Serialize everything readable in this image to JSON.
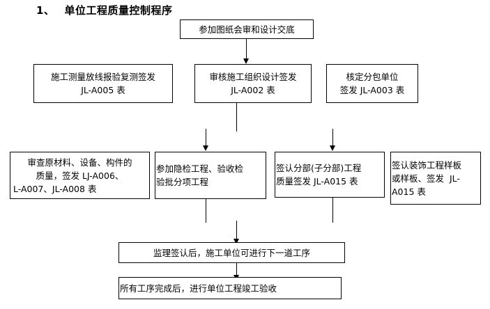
{
  "document": {
    "title_number": "1、",
    "title_text": "单位工程质量控制程序"
  },
  "flowchart": {
    "type": "flowchart",
    "orientation": "top-down",
    "nodes": [
      {
        "id": "start",
        "row": 1,
        "lines": [
          "参加图纸会审和设计交底"
        ],
        "align": "center"
      },
      {
        "id": "survey",
        "row": 2,
        "lines": [
          "施工测量放线报验复测签发",
          "JL-A005 表"
        ],
        "align": "center"
      },
      {
        "id": "org-design",
        "row": 2,
        "lines": [
          "审核施工组织设计签发",
          "JL-A002 表"
        ],
        "align": "center"
      },
      {
        "id": "subcontract",
        "row": 2,
        "lines": [
          "核定分包单位",
          "签发 JL-A003 表"
        ],
        "align": "center"
      },
      {
        "id": "materials",
        "row": 3,
        "lines": [
          "审查原材料、设备、构件的",
          "质量，签发 LJ-A006、",
          "L-A007、JL-A008 表"
        ],
        "align": "center-left"
      },
      {
        "id": "concealed",
        "row": 3,
        "lines": [
          "参加隐检工程、验收检",
          "验批分项工程"
        ],
        "align": "left"
      },
      {
        "id": "subdivision",
        "row": 3,
        "lines": [
          "签认分部(子分部)工程",
          "质量签发 JL-A015 表"
        ],
        "align": "left"
      },
      {
        "id": "decoration",
        "row": 3,
        "lines": [
          "签认装饰工程样板",
          "或样板、签发  JL-",
          "A015 表"
        ],
        "align": "left"
      },
      {
        "id": "next-process",
        "row": 4,
        "lines": [
          "监理签认后，施工单位可进行下一道工序"
        ],
        "align": "center"
      },
      {
        "id": "final-acceptance",
        "row": 5,
        "lines": [
          "所有工序完成后，进行单位工程竣工验收"
        ],
        "align": "left"
      }
    ],
    "edges": [
      {
        "from": "start",
        "to": "org-design",
        "arrow": true
      },
      {
        "from": "org-design",
        "to": "concealed",
        "arrow": true
      },
      {
        "from": "org-design",
        "to": "subdivision",
        "arrow": true
      },
      {
        "from": "concealed",
        "to": "next-process",
        "arrow": true
      },
      {
        "from": "subdivision",
        "to": "next-process",
        "arrow": true
      },
      {
        "from": "next-process",
        "to": "final-acceptance",
        "arrow": true
      }
    ]
  },
  "colors": {
    "background": "#ffffff",
    "stroke": "#000000",
    "text": "#000000"
  }
}
